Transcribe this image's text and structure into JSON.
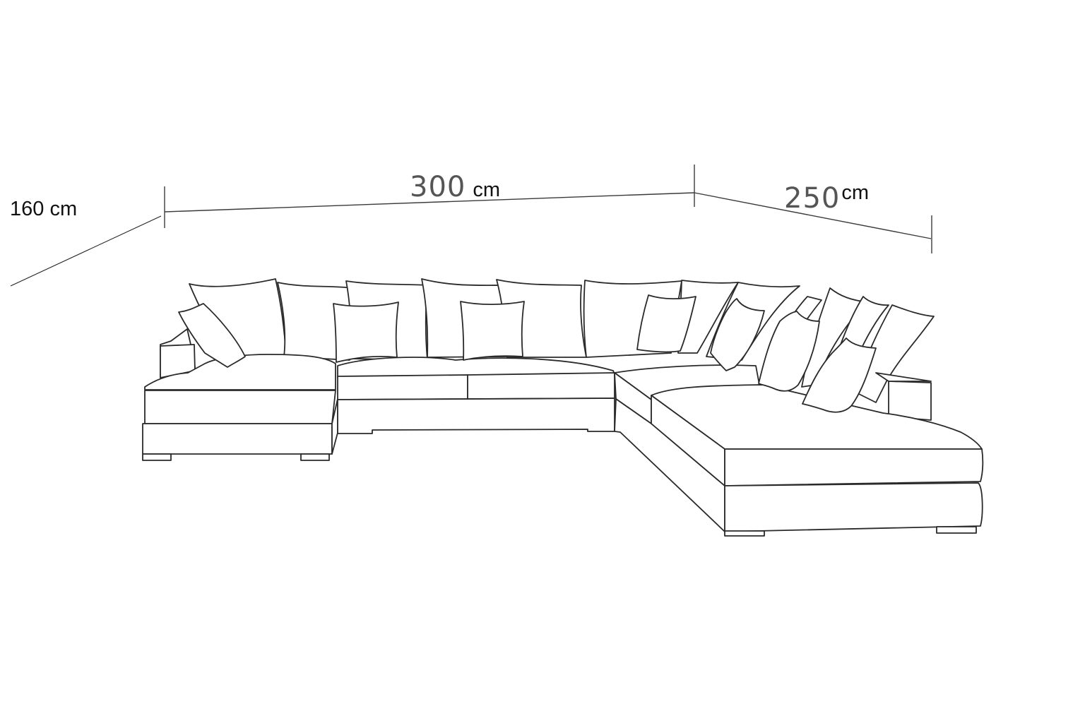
{
  "diagram": {
    "subject": "U-shaped sectional sofa with chaise ends and scatter cushions",
    "line_color": "#2a2a2a",
    "background": "#ffffff"
  },
  "dimensions": {
    "depth": {
      "value": "160",
      "unit": "cm",
      "label": "160 cm"
    },
    "width_main": {
      "value": "300",
      "unit": "cm"
    },
    "width_side": {
      "value": "250",
      "unit": "cm"
    }
  }
}
